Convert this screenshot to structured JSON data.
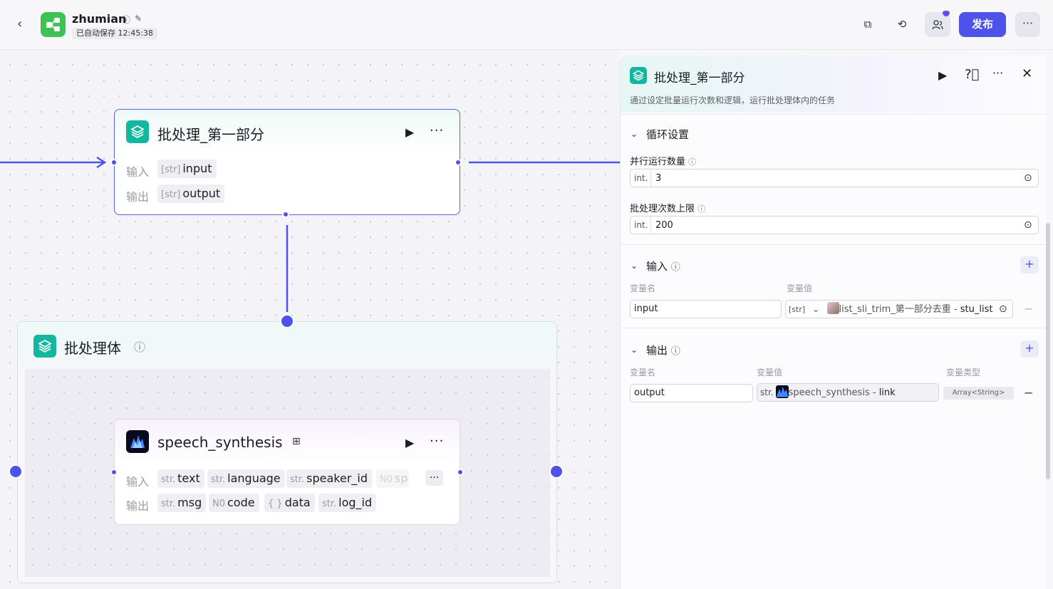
{
  "header": {
    "app_name": "zhumian",
    "autosave": "已自动保存 12:45:38",
    "publish_label": "发布",
    "more_label": "···"
  },
  "canvas": {
    "batch_node": {
      "title": "批处理_第一部分",
      "input_label": "输入",
      "output_label": "输出",
      "input_chip": {
        "type": "[str]",
        "name": "input"
      },
      "output_chip": {
        "type": "[str]",
        "name": "output"
      }
    },
    "batch_body": {
      "title": "批处理体"
    },
    "speech_node": {
      "title": "speech_synthesis",
      "input_label": "输入",
      "output_label": "输出",
      "inputs": [
        {
          "type": "str.",
          "name": "text"
        },
        {
          "type": "str.",
          "name": "language"
        },
        {
          "type": "str.",
          "name": "speaker_id"
        },
        {
          "type": "N0",
          "name": "sp"
        }
      ],
      "outputs": [
        {
          "type": "str.",
          "name": "msg"
        },
        {
          "type": "N0",
          "name": "code"
        },
        {
          "type": "{ }",
          "name": "data"
        },
        {
          "type": "str.",
          "name": "log_id"
        }
      ]
    }
  },
  "panel": {
    "title": "批处理_第一部分",
    "description": "通过设定批量运行次数和逻辑，运行批处理体内的任务",
    "loop_section": {
      "title": "循环设置",
      "parallel_label": "并行运行数量",
      "parallel_type": "int.",
      "parallel_value": "3",
      "max_label": "批处理次数上限",
      "max_type": "int.",
      "max_value": "200"
    },
    "input_section": {
      "title": "输入",
      "col_name": "变量名",
      "col_value": "变量值",
      "rows": [
        {
          "name": "input",
          "type": "[str]",
          "ref_node": "list_sli_trim_第一部分去重",
          "ref_sep": " - ",
          "ref_field": "stu_list"
        }
      ]
    },
    "output_section": {
      "title": "输出",
      "col_name": "变量名",
      "col_value": "变量值",
      "col_type": "变量类型",
      "rows": [
        {
          "name": "output",
          "type": "str.",
          "ref_node": "speech_synthesis",
          "ref_sep": " - ",
          "ref_field": "link",
          "var_type": "Array<String>"
        }
      ]
    }
  }
}
